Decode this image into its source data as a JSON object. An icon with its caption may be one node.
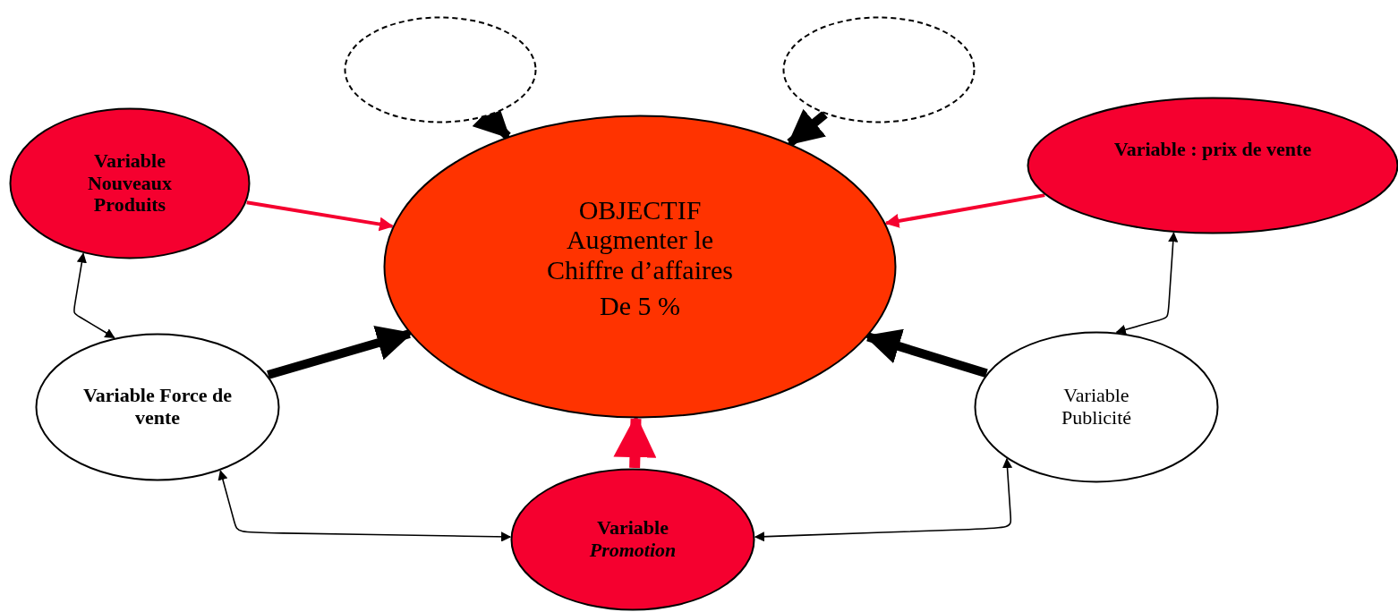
{
  "diagram": {
    "nodes": [
      {
        "text": [],
        "shape": "ellipse"
      },
      {
        "text": [],
        "shape": "ellipse"
      },
      {
        "text": [
          "Variable Nouveaux Produits"
        ]
      },
      {
        "text": [
          "OBJECTIF Augmenter le Chiffre d’affaires",
          "De 5 %"
        ]
      },
      {
        "text": [
          "Variable : prix de vente"
        ]
      },
      {
        "text": [
          "Variable Force de vente"
        ]
      },
      {
        "text": [
          "Variable Publicité"
        ]
      },
      {
        "text": [
          "Variable *Promotion*"
        ]
      }
    ],
    "edges": [
      {
        "from": 0,
        "to": 3,
        "arrow": "to",
        "style": "thick"
      },
      {
        "from": 1,
        "to": 3,
        "arrow": "to",
        "style": "thick"
      },
      {
        "from": 2,
        "to": 3,
        "arrow": "to",
        "color": "#f5002f"
      },
      {
        "from": 4,
        "to": 3,
        "arrow": "to",
        "color": "#f5002f"
      },
      {
        "from": 5,
        "to": 3,
        "arrow": "to",
        "style": "thick"
      },
      {
        "from": 6,
        "to": 3,
        "arrow": "to",
        "style": "thick"
      },
      {
        "from": 7,
        "to": 3,
        "arrow": "to",
        "style": "thick",
        "color": "#f5002f"
      },
      {
        "from": 2,
        "to": 5,
        "arrow": "both"
      },
      {
        "from": 4,
        "to": 6,
        "arrow": "both"
      },
      {
        "from": 5,
        "to": 7,
        "arrow": "both"
      },
      {
        "from": 7,
        "to": 6,
        "arrow": "both"
      }
    ]
  }
}
